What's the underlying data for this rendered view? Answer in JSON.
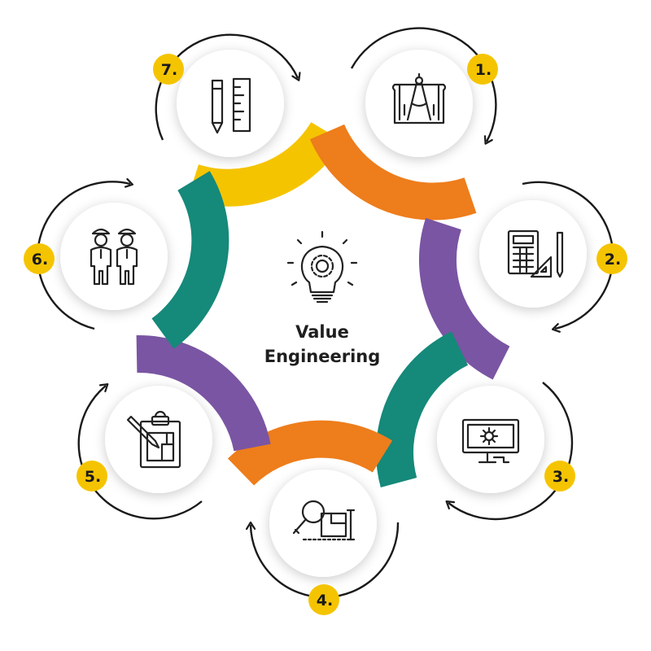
{
  "title": [
    "Value",
    "Engineering"
  ],
  "steps": [
    {
      "label": "1.",
      "icon": "drafting-compass-blueprint-icon"
    },
    {
      "label": "2.",
      "icon": "calculator-drafting-icon"
    },
    {
      "label": "3.",
      "icon": "computer-gear-icon"
    },
    {
      "label": "4.",
      "icon": "magnifier-floorplan-icon"
    },
    {
      "label": "5.",
      "icon": "clipboard-plan-icon"
    },
    {
      "label": "6.",
      "icon": "engineers-icon"
    },
    {
      "label": "7.",
      "icon": "pencil-ruler-icon"
    }
  ],
  "center_icon": "lightbulb-gear-icon",
  "colors": {
    "yellow": "#F5C400",
    "orange": "#EE7D1B",
    "purple": "#7A55A3",
    "teal": "#15897A",
    "badge": "#F5C400",
    "text": "#1F1F1F"
  }
}
